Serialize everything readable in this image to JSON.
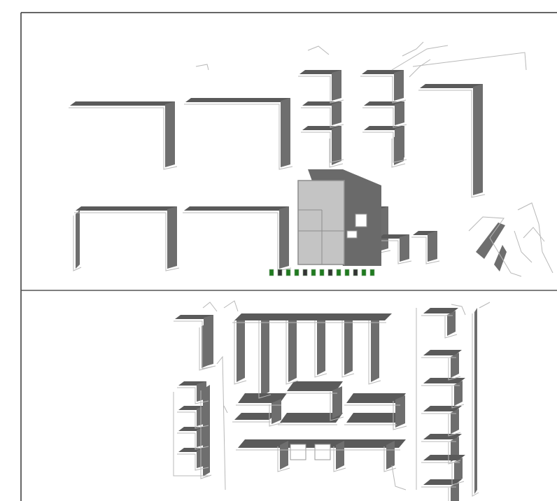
{
  "colors": {
    "background": "#ffffff",
    "wall_face": "#6e6e6e",
    "wall_top": "#5a5a5a",
    "outline": "#b8b8b8",
    "frame": "#333333",
    "divider": "#555555",
    "building_face": "#c4c4c4",
    "building_edge": "#8c8c8c",
    "accent_green": "#1f7a1f"
  },
  "scene": {
    "upper_panel": {
      "name": "map-panel-upper",
      "description": ""
    },
    "lower_panel": {
      "name": "map-panel-lower",
      "description": ""
    },
    "icons": [
      "rendered-3d-building",
      "wall-block",
      "terrain-outline"
    ]
  }
}
